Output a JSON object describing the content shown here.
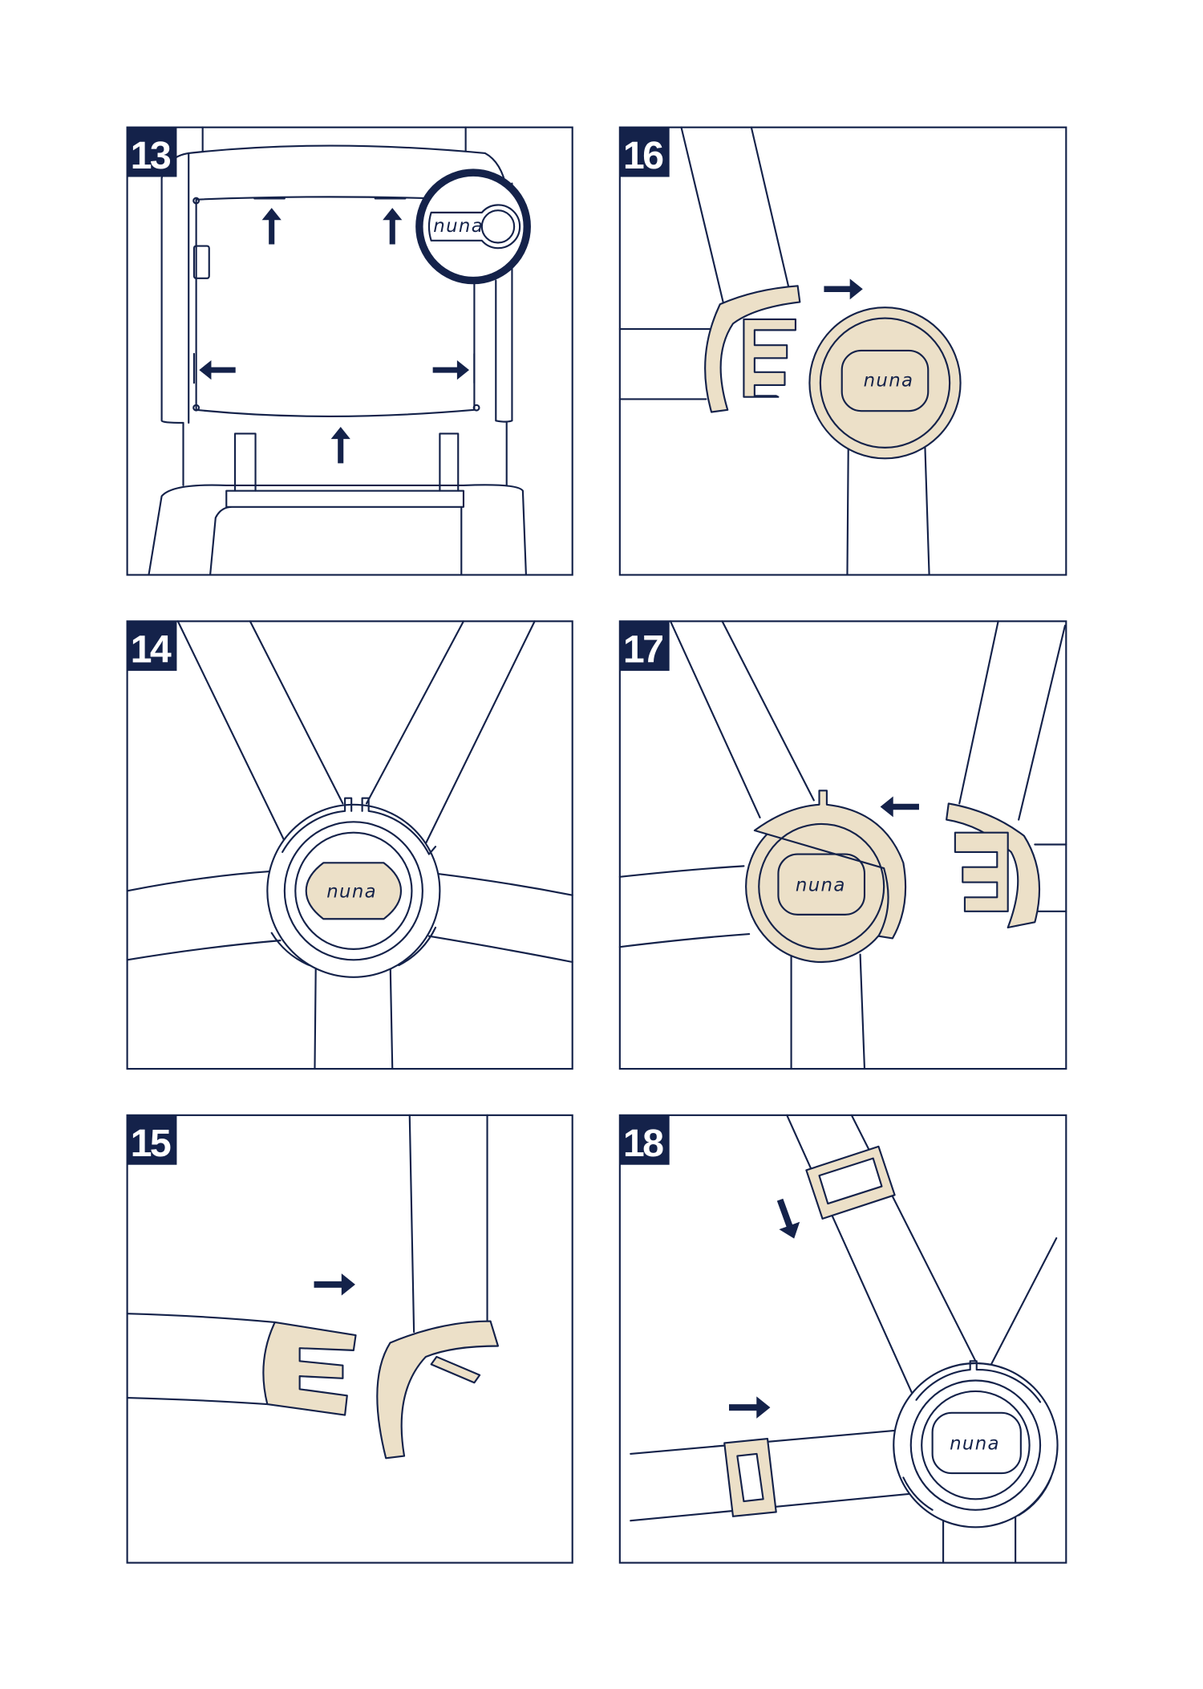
{
  "brand": {
    "logo_text": "nuna"
  },
  "colors": {
    "navy": "#14224a",
    "beige": "#ece0c8"
  },
  "panels": [
    {
      "step": "13",
      "description_icon": "seat-back-cover-removal"
    },
    {
      "step": "16",
      "description_icon": "buckle-detach"
    },
    {
      "step": "14",
      "description_icon": "harness-buckle-assembled"
    },
    {
      "step": "17",
      "description_icon": "buckle-attach"
    },
    {
      "step": "15",
      "description_icon": "buckle-tongue-separate"
    },
    {
      "step": "18",
      "description_icon": "harness-slider-adjust"
    }
  ]
}
